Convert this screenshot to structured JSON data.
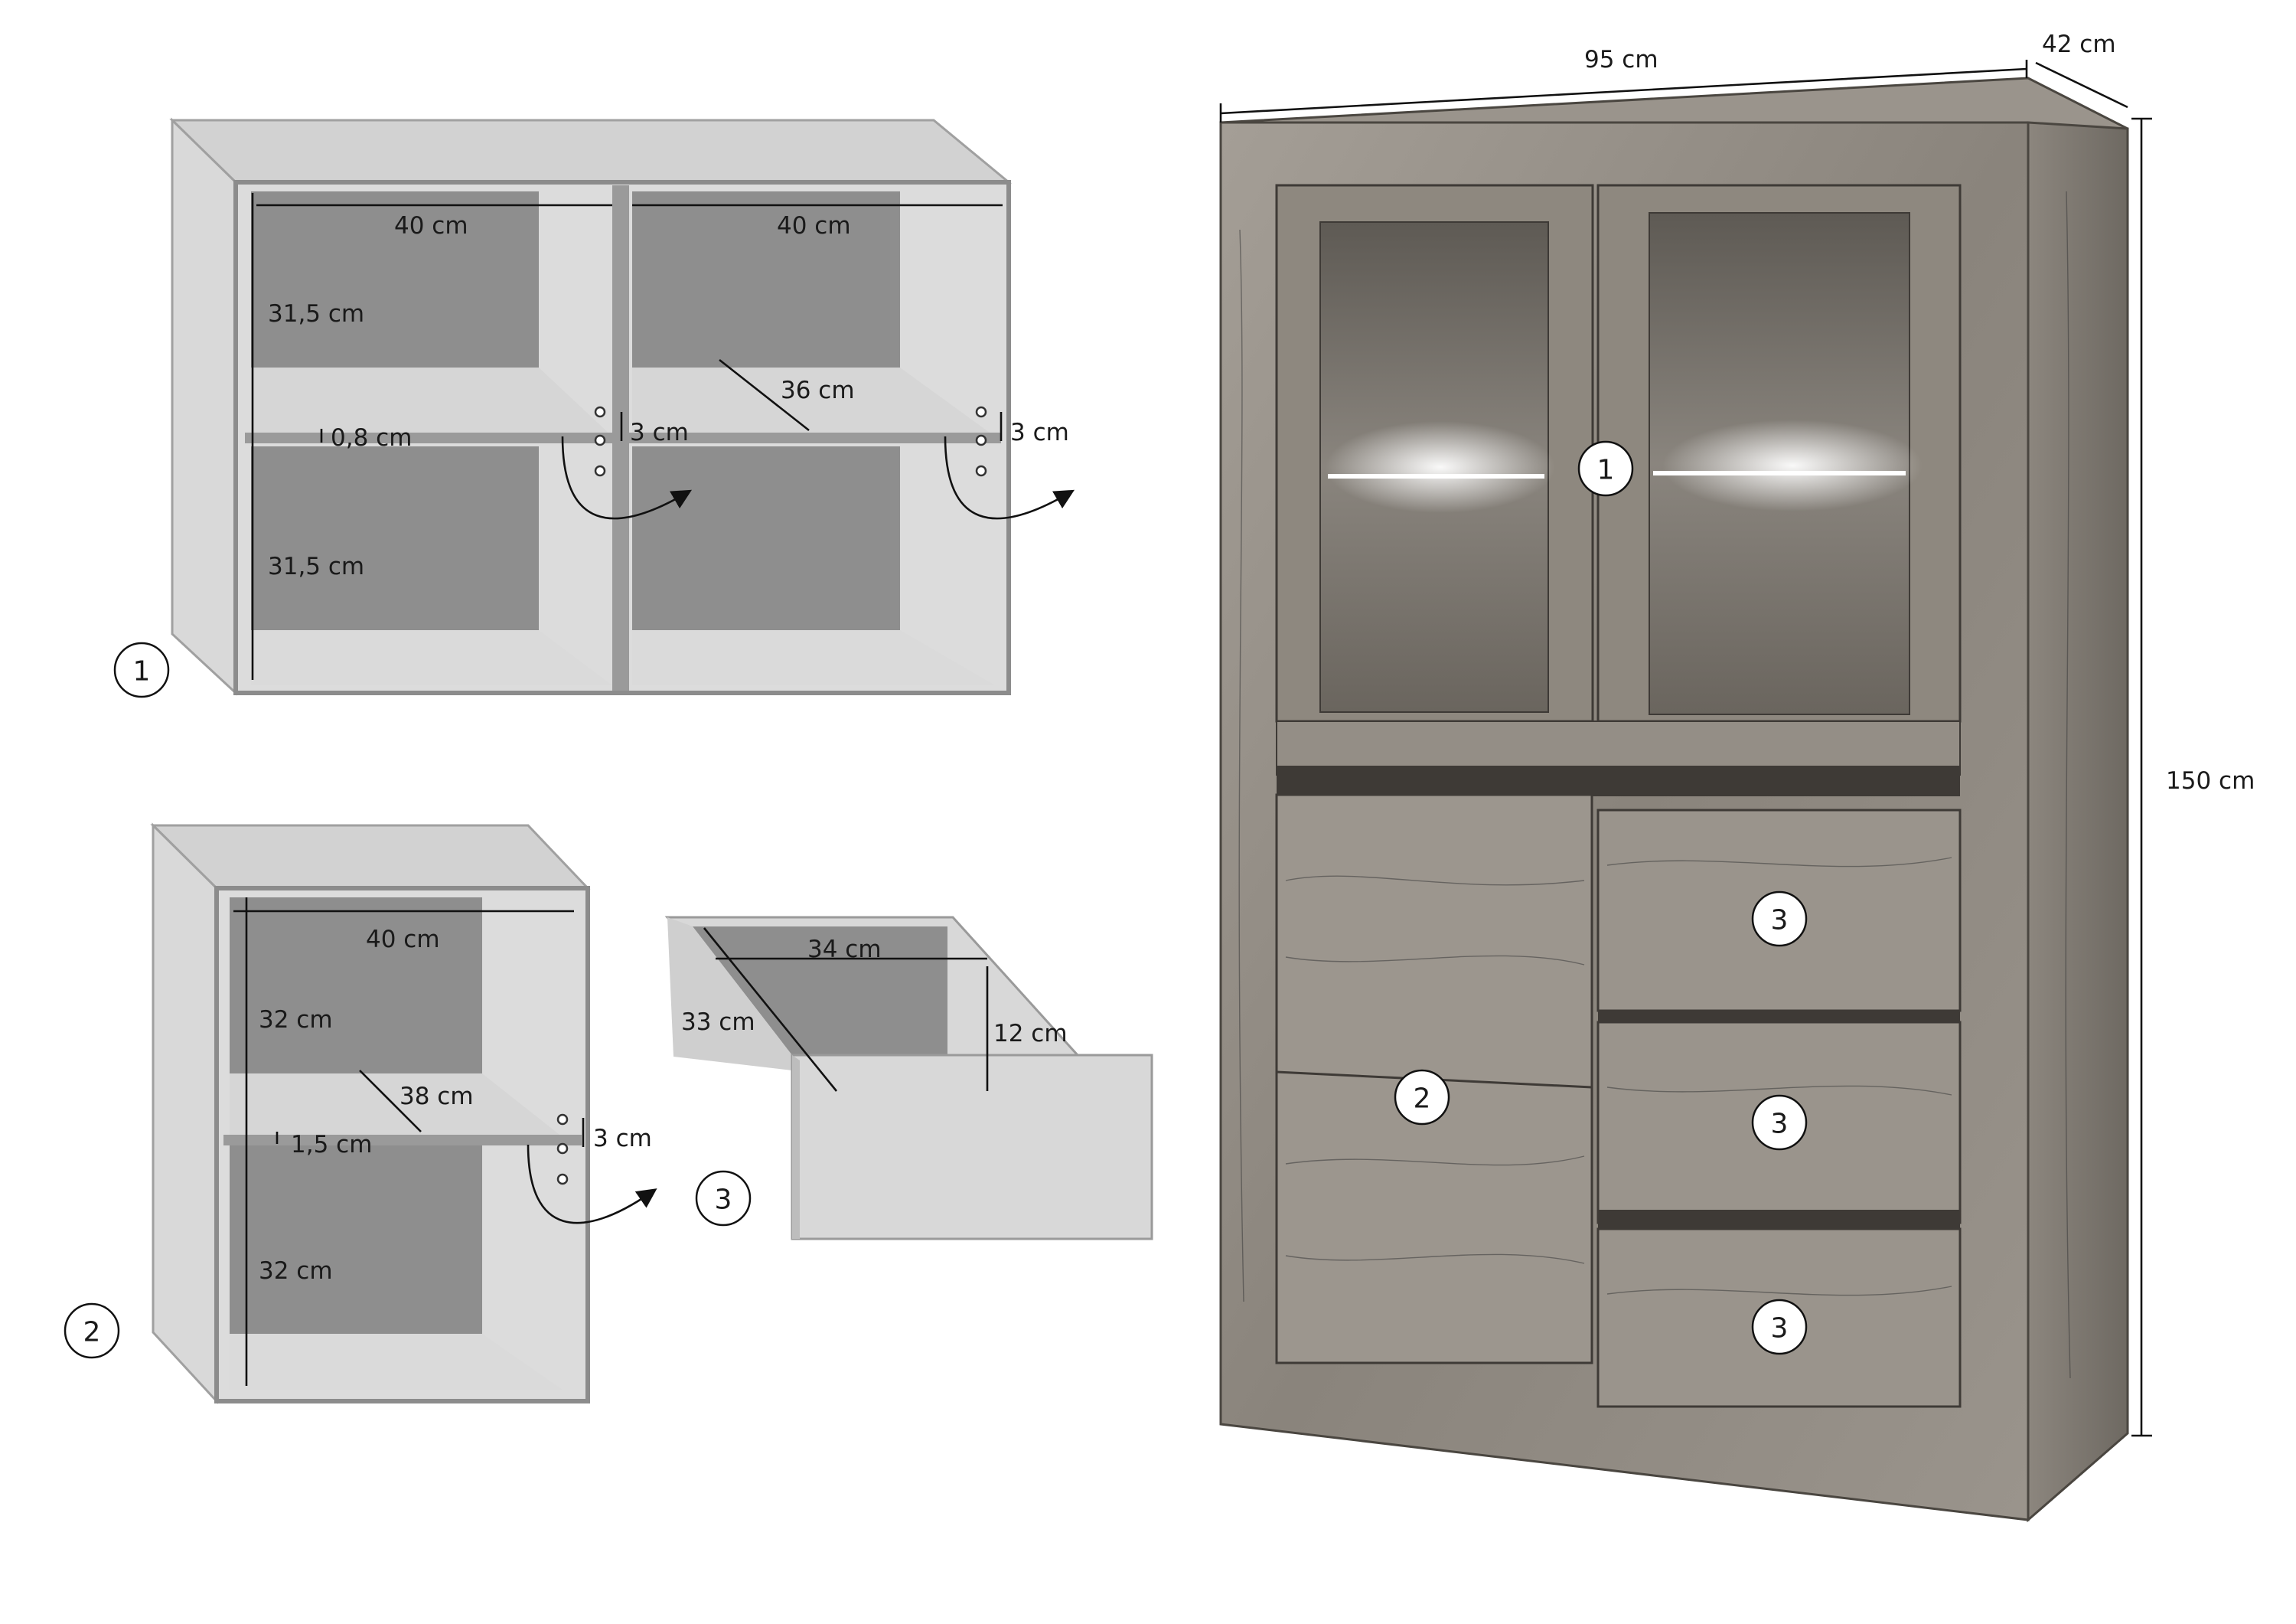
{
  "shelf_unit": {
    "width_left": "40 cm",
    "width_right": "40 cm",
    "height_top": "31,5 cm",
    "height_bottom": "31,5 cm",
    "depth": "36 cm",
    "thickness": "0,8 cm",
    "pin_spacing_1": "3 cm",
    "pin_spacing_2": "3 cm",
    "callout": "1"
  },
  "door_unit": {
    "width": "40 cm",
    "height_top": "32 cm",
    "height_bottom": "32 cm",
    "depth": "38 cm",
    "thickness": "1,5 cm",
    "pin_spacing": "3 cm",
    "callout": "2"
  },
  "drawer": {
    "width": "34 cm",
    "depth": "33 cm",
    "height": "12 cm",
    "callout": "3"
  },
  "cabinet": {
    "width": "95 cm",
    "depth": "42 cm",
    "height": "150 cm",
    "callouts": [
      "1",
      "2",
      "3",
      "3",
      "3"
    ]
  },
  "colors": {
    "panel_light": "#dcdcdc",
    "panel_dark": "#8e8e8e",
    "edge": "#9a9a9a",
    "wood_light": "#b2aca4",
    "wood_mid": "#8a847c",
    "wood_dark": "#4a4640"
  }
}
